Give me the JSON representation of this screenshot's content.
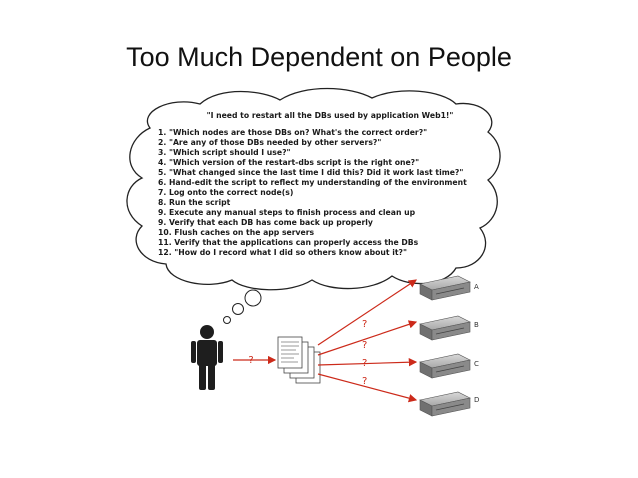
{
  "slide": {
    "title": "Too Much Dependent on People"
  },
  "thought_bubble": {
    "quote": "\"I need to restart all the DBs used by application Web1!\"",
    "items": [
      "1. \"Which nodes are those DBs on? What's the correct order?\"",
      "2. \"Are any of those DBs needed by other servers?\"",
      "3. \"Which script should I use?\"",
      "4. \"Which version of the restart-dbs script is the right one?\"",
      "5. \"What changed since the last time I did this? Did it work last time?\"",
      "6. Hand-edit the script to reflect my understanding of the environment",
      "7. Log onto the correct node(s)",
      "8. Run the script",
      "9. Execute any manual steps to finish process and clean up",
      "9. Verify that each DB has come back up properly",
      "10. Flush caches on the app servers",
      "11. Verify that the applications can properly access the DBs",
      "12. \"How do I record what I did so others know about it?\""
    ]
  },
  "flow": {
    "person_to_docs_label": "?",
    "arrow_labels": [
      "?",
      "?",
      "?",
      "?"
    ]
  },
  "servers": [
    {
      "label": "A"
    },
    {
      "label": "B"
    },
    {
      "label": "C"
    },
    {
      "label": "D"
    }
  ],
  "colors": {
    "arrow": "#cc2a1a",
    "person": "#1e1e1e",
    "cloud_stroke": "#222222",
    "server_body": "#8a8a8a"
  }
}
